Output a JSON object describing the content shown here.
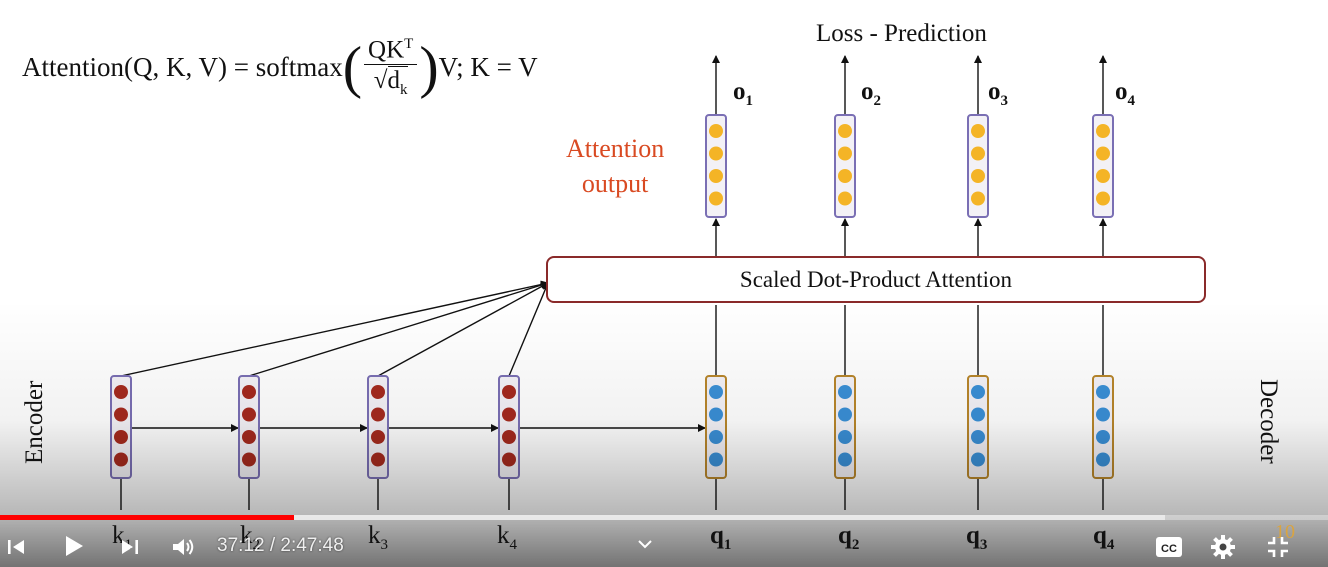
{
  "slide": {
    "formula": {
      "lhs": "Attention(Q, K, V) = softmax",
      "numerator_base": "QK",
      "numerator_sup": "T",
      "denominator_base": "d",
      "denominator_sub": "k",
      "rhs": "V;  K = V"
    },
    "loss_title": "Loss - Prediction",
    "outputs": [
      {
        "base": "o",
        "sub": "1"
      },
      {
        "base": "o",
        "sub": "2"
      },
      {
        "base": "o",
        "sub": "3"
      },
      {
        "base": "o",
        "sub": "4"
      }
    ],
    "attention_output_label_line1": "Attention",
    "attention_output_label_line2": "output",
    "attention_box_label": "Scaled Dot-Product Attention",
    "encoder_label": "Encoder",
    "decoder_label": "Decoder",
    "keys": [
      {
        "base": "k",
        "sub": "1"
      },
      {
        "base": "k",
        "sub": "2"
      },
      {
        "base": "k",
        "sub": "3"
      },
      {
        "base": "k",
        "sub": "4"
      }
    ],
    "queries": [
      {
        "base": "q",
        "sub": "1"
      },
      {
        "base": "q",
        "sub": "2"
      },
      {
        "base": "q",
        "sub": "3"
      },
      {
        "base": "q",
        "sub": "4"
      }
    ],
    "slide_number": "10",
    "colors": {
      "encoder_dot": "#a52a1e",
      "decoder_dot": "#3a8fd6",
      "output_dot": "#f4b426",
      "encoder_box_border": "#7a6fb4",
      "decoder_box_border": "#b8862b",
      "attention_label": "#d94a22",
      "progress_played": "#ff0000"
    }
  },
  "player": {
    "current_time": "37:12",
    "separator": " / ",
    "duration": "2:47:48",
    "progress_played": 0.2217,
    "progress_buffered": 0.877,
    "controls": [
      "prev-icon",
      "play-icon",
      "next-icon",
      "volume-icon",
      "chevron-down-icon",
      "captions-icon",
      "settings-gear-icon",
      "exit-fullscreen-icon"
    ]
  }
}
